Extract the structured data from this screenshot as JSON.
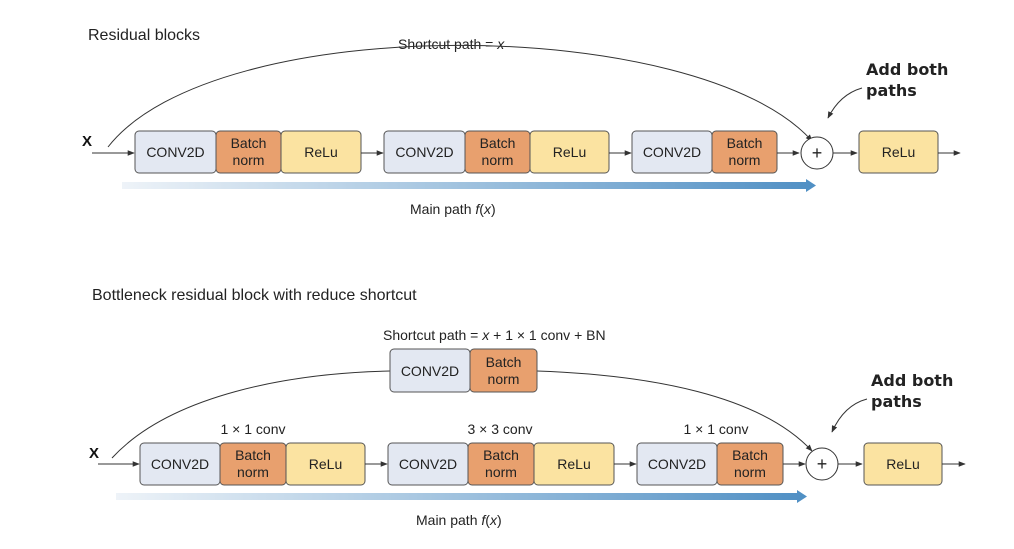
{
  "diagram1": {
    "title": "Residual blocks",
    "input_label": "X",
    "shortcut_label": "Shortcut path = x",
    "callout": [
      "Add both",
      "paths"
    ],
    "main_path_label": "Main path f(x)",
    "blocks": [
      {
        "conv": "CONV2D",
        "bn": [
          "Batch",
          "norm"
        ],
        "relu": "ReLu"
      },
      {
        "conv": "CONV2D",
        "bn": [
          "Batch",
          "norm"
        ],
        "relu": "ReLu"
      },
      {
        "conv": "CONV2D",
        "bn": [
          "Batch",
          "norm"
        ]
      }
    ],
    "plus": "+",
    "final_relu": "ReLu"
  },
  "diagram2": {
    "title": "Bottleneck residual block with reduce shortcut",
    "input_label": "X",
    "shortcut_label": "Shortcut path = x + 1 × 1 conv + BN",
    "shortcut_block": {
      "conv": "CONV2D",
      "bn": [
        "Batch",
        "norm"
      ]
    },
    "callout": [
      "Add both",
      "paths"
    ],
    "main_path_label": "Main path f(x)",
    "blocks": [
      {
        "caption": "1 × 1 conv",
        "conv": "CONV2D",
        "bn": [
          "Batch",
          "norm"
        ],
        "relu": "ReLu"
      },
      {
        "caption": "3 × 3 conv",
        "conv": "CONV2D",
        "bn": [
          "Batch",
          "norm"
        ],
        "relu": "ReLu"
      },
      {
        "caption": "1 × 1 conv",
        "conv": "CONV2D",
        "bn": [
          "Batch",
          "norm"
        ]
      }
    ],
    "plus": "+",
    "final_relu": "ReLu"
  },
  "colors": {
    "conv_fill": "#e3e8f2",
    "bn_fill": "#e8a06e",
    "relu_fill": "#fbe3a1",
    "box_stroke": "#555555",
    "arrow": "#333333",
    "gradient_start": "#e9f0f7",
    "gradient_end": "#4f8fc4"
  }
}
